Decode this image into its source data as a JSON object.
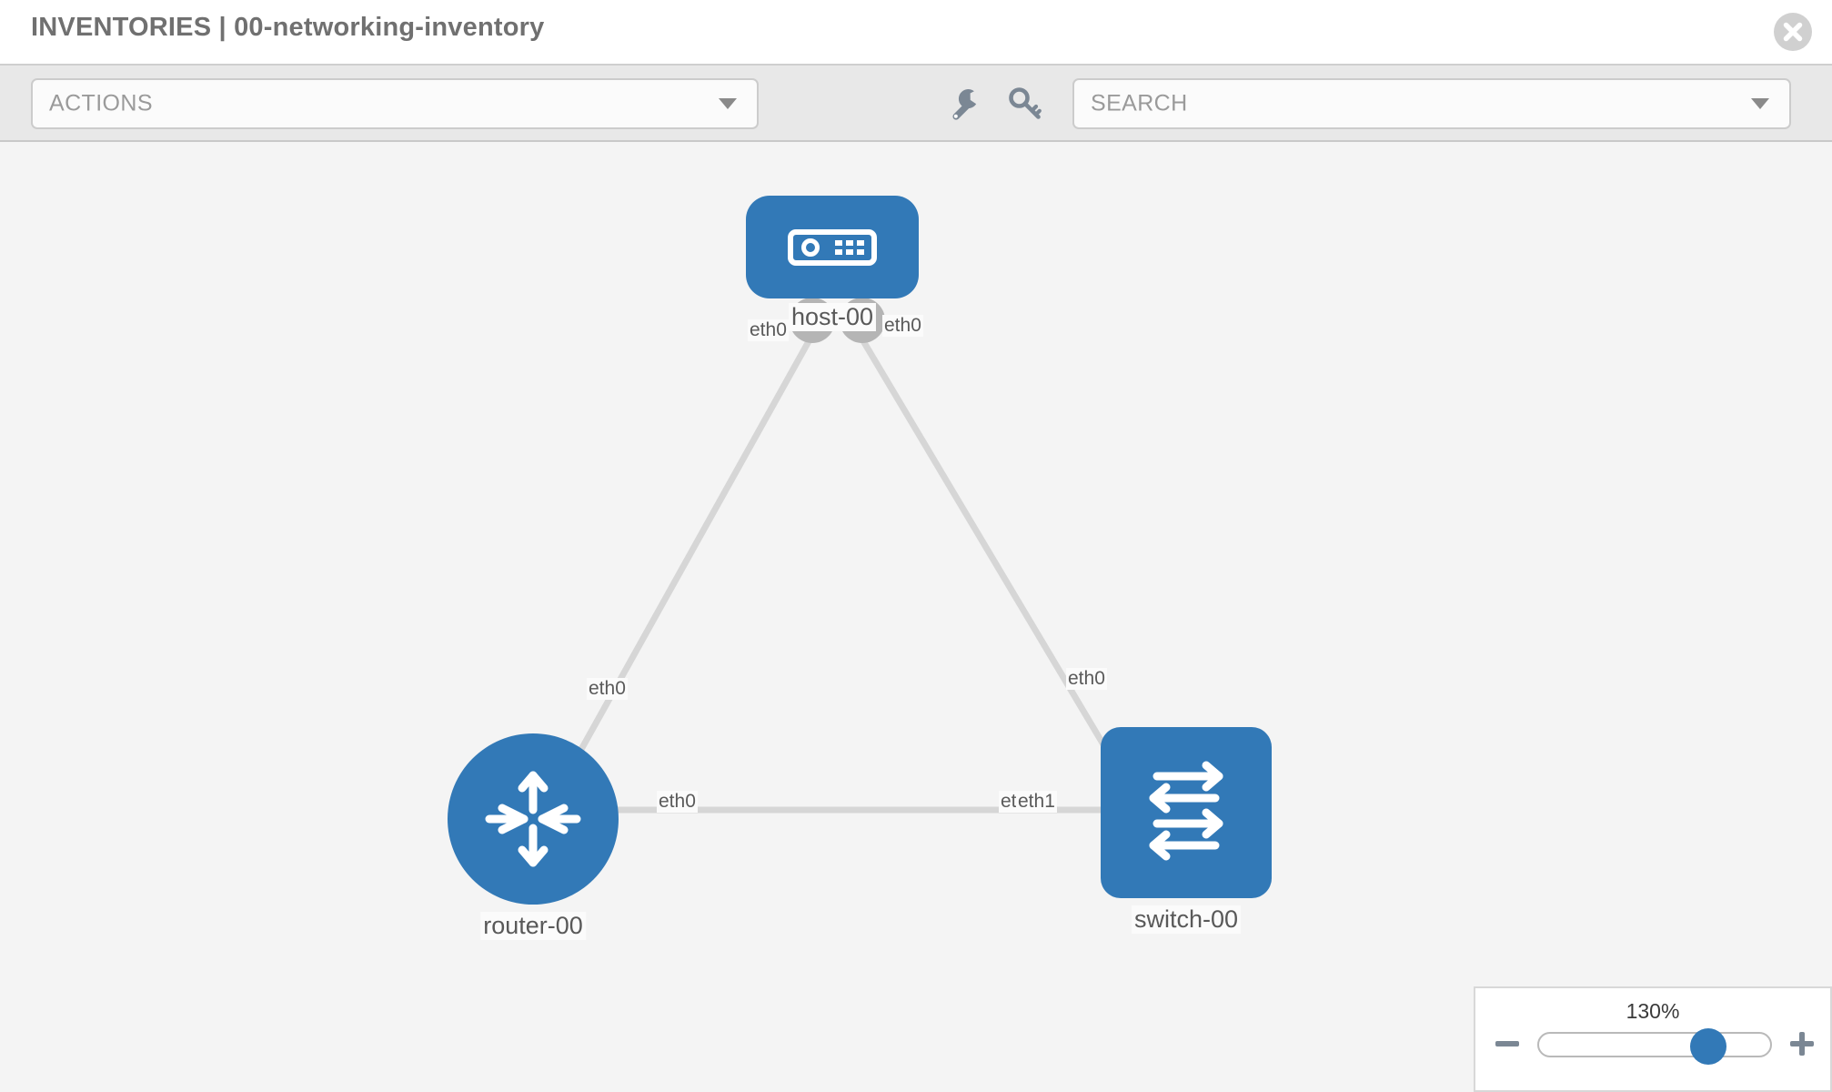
{
  "header": {
    "title": "INVENTORIES | 00-networking-inventory",
    "close_icon": "close-circle-icon"
  },
  "toolbar": {
    "actions_label": "ACTIONS",
    "actions_caret_icon": "chevron-down-icon",
    "wrench_icon": "wrench-icon",
    "key_icon": "key-icon",
    "search_placeholder": "SEARCH",
    "search_caret_icon": "chevron-down-icon"
  },
  "topology": {
    "nodes": [
      {
        "id": "host-00",
        "label": "host-00",
        "type": "host",
        "icon": "server-icon",
        "shape": "rounded-rect",
        "color": "#3279b7"
      },
      {
        "id": "router-00",
        "label": "router-00",
        "type": "router",
        "icon": "router-icon",
        "shape": "circle",
        "color": "#3279b7"
      },
      {
        "id": "switch-00",
        "label": "switch-00",
        "type": "switch",
        "icon": "switch-icon",
        "shape": "rounded-square",
        "color": "#3279b7"
      }
    ],
    "links": [
      {
        "from": "host-00",
        "to": "router-00",
        "from_interface": "eth0",
        "to_interface": "eth0"
      },
      {
        "from": "host-00",
        "to": "switch-00",
        "from_interface": "eth0",
        "to_interface": "eth0"
      },
      {
        "from": "router-00",
        "to": "switch-00",
        "from_interface": "eth0",
        "to_interface": "eth1"
      }
    ],
    "interface_labels": {
      "host_left": "eth0",
      "host_right": "eth0",
      "router_up": "eth0",
      "switch_up": "eth0",
      "router_right": "eth0",
      "switch_left_partial": "et",
      "switch_left": "eth1"
    },
    "link_color": "#d6d6d6",
    "endpoint_color": "#b5b5b5"
  },
  "zoom_control": {
    "value": "130%",
    "minus_icon": "minus-icon",
    "plus_icon": "plus-icon",
    "slider_name": "zoom-slider"
  }
}
